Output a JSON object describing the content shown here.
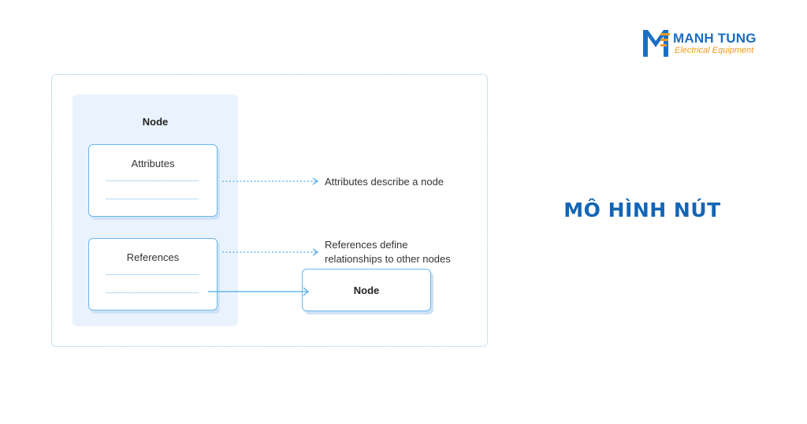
{
  "logo": {
    "brand": "MANH TUNG",
    "tagline": "Electrical Equipment",
    "colors": {
      "primary": "#1a6fc4",
      "accent": "#f29a1f"
    }
  },
  "heading": "MÔ HÌNH NÚT",
  "diagram": {
    "container_title": "Node",
    "attributes_label": "Attributes",
    "references_label": "References",
    "target_node_label": "Node",
    "annotation_attributes": "Attributes describe a node",
    "annotation_references_line1": "References define",
    "annotation_references_line2": "relationships to other nodes"
  },
  "colors": {
    "border": "#6bb7ef",
    "panel": "#eaf3fd",
    "heading": "#1465b5"
  }
}
